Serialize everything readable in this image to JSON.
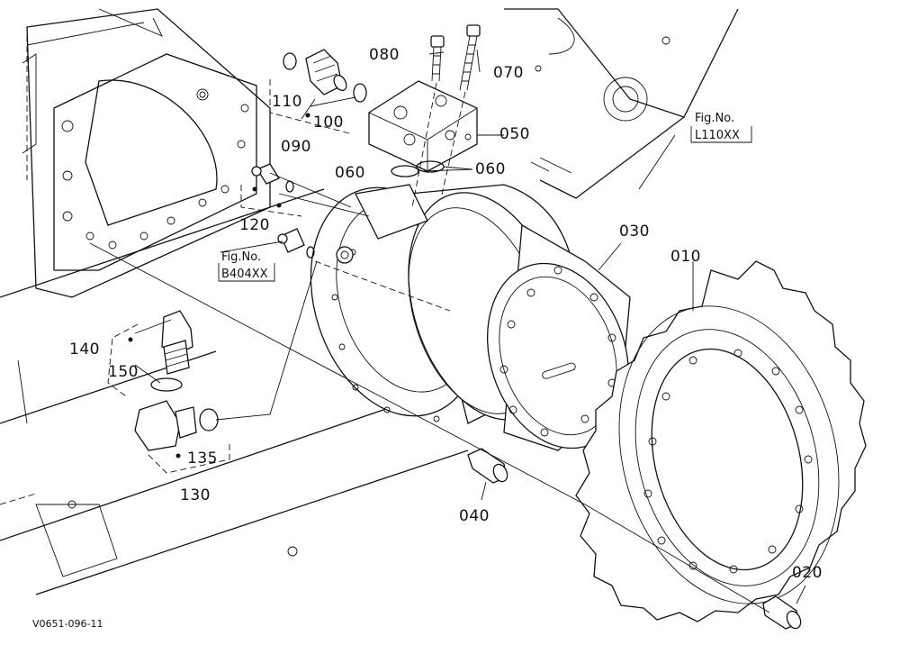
{
  "diagram": {
    "drawing_code": "V0651-096-11",
    "parts": {
      "p010": "010",
      "p020": "020",
      "p030": "030",
      "p040": "040",
      "p050": "050",
      "p060a": "060",
      "p060b": "060",
      "p070": "070",
      "p080": "080",
      "p090": "090",
      "p100": "100",
      "p110": "110",
      "p120": "120",
      "p130": "130",
      "p135": "135",
      "p140": "140",
      "p150": "150"
    },
    "figure_refs": {
      "fig1_title": "Fig.No.",
      "fig1_code": "L110XX",
      "fig2_title": "Fig.No.",
      "fig2_code": "B404XX"
    }
  }
}
